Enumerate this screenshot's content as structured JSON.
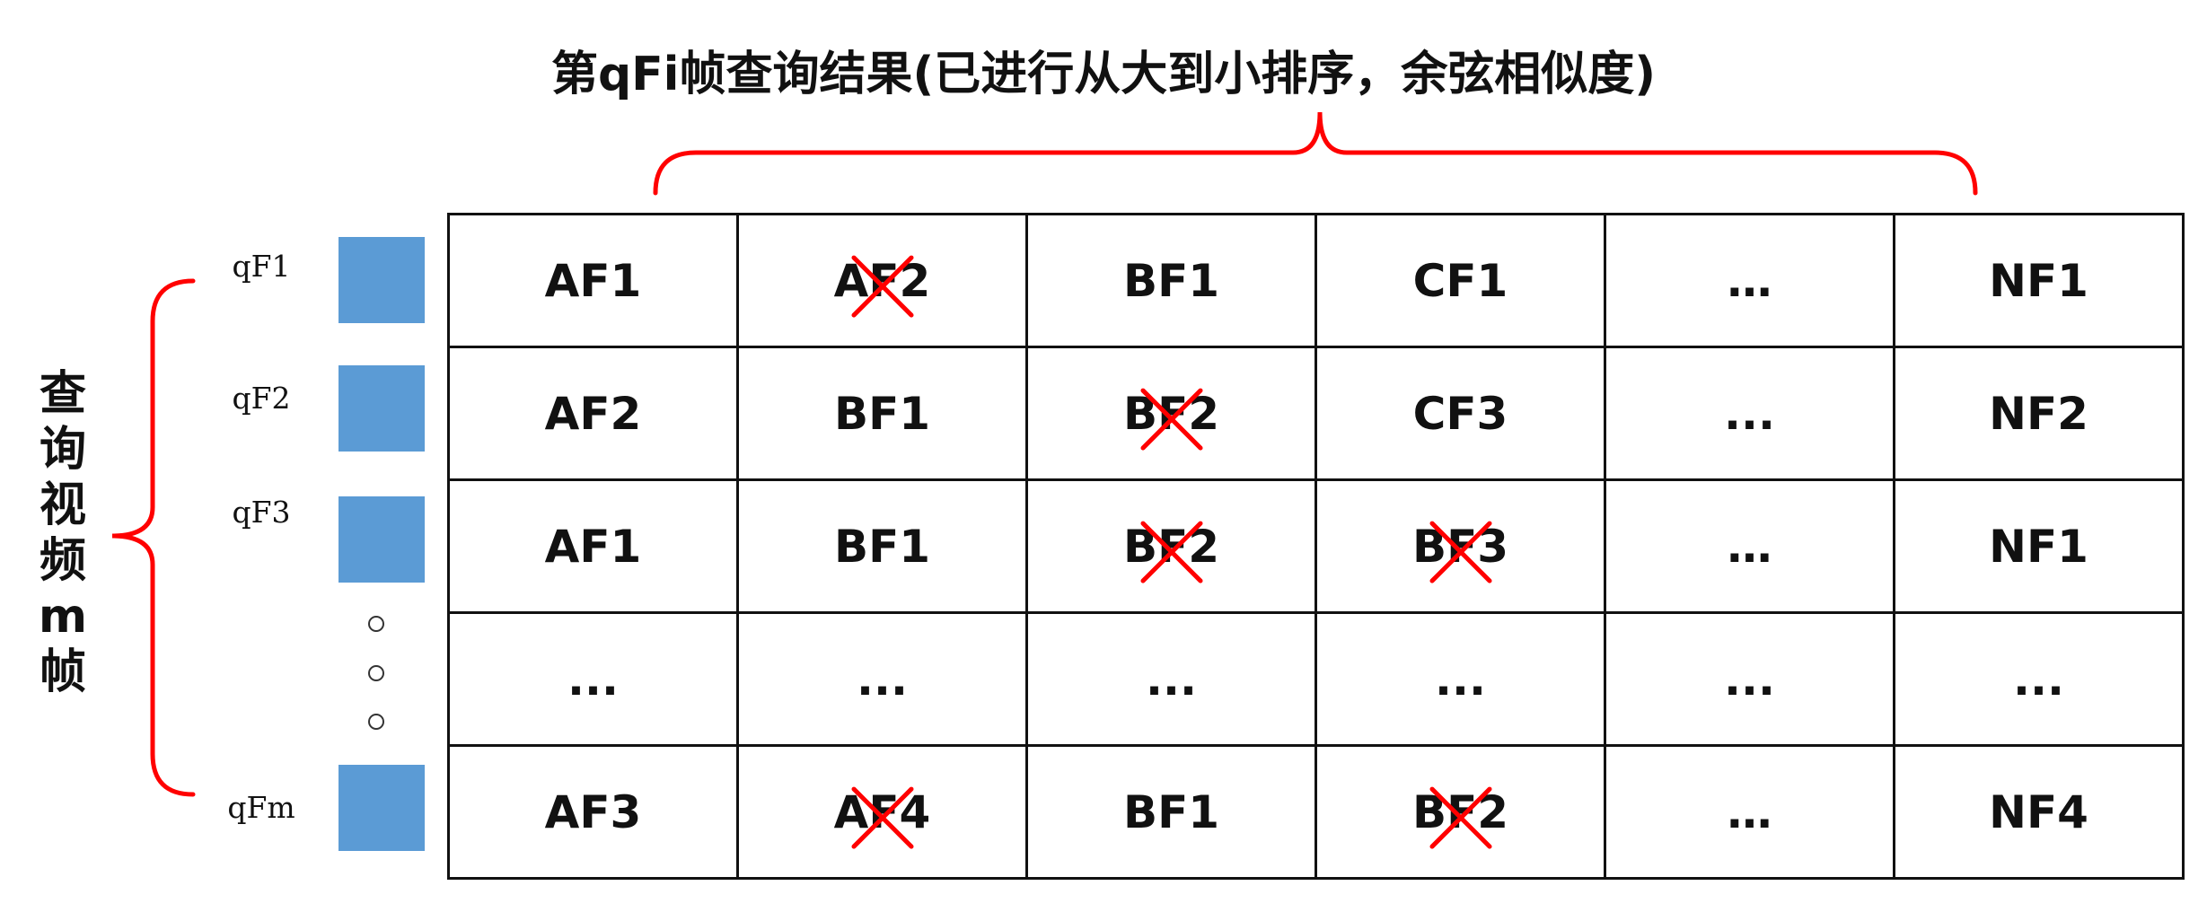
{
  "title": "第qFi帧查询结果(已进行从大到小排序，余弦相似度)",
  "side_label": [
    "查",
    "询",
    "视",
    "频",
    "m",
    "帧"
  ],
  "query_frames": [
    "qF1",
    "qF2",
    "qF3",
    "qFm"
  ],
  "colors": {
    "accent_red": "#ff0000",
    "query_box": "#5b9bd5"
  },
  "grid": {
    "rows": [
      [
        {
          "text": "AF1",
          "crossed": false
        },
        {
          "text": "AF2",
          "crossed": true
        },
        {
          "text": "BF1",
          "crossed": false
        },
        {
          "text": "CF1",
          "crossed": false
        },
        {
          "text": "…",
          "crossed": false
        },
        {
          "text": "NF1",
          "crossed": false
        }
      ],
      [
        {
          "text": "AF2",
          "crossed": false
        },
        {
          "text": "BF1",
          "crossed": false
        },
        {
          "text": "BF2",
          "crossed": true
        },
        {
          "text": "CF3",
          "crossed": false
        },
        {
          "text": "...",
          "crossed": false
        },
        {
          "text": "NF2",
          "crossed": false
        }
      ],
      [
        {
          "text": "AF1",
          "crossed": false
        },
        {
          "text": "BF1",
          "crossed": false
        },
        {
          "text": "BF2",
          "crossed": true
        },
        {
          "text": "BF3",
          "crossed": true
        },
        {
          "text": "…",
          "crossed": false
        },
        {
          "text": "NF1",
          "crossed": false
        }
      ],
      [
        {
          "text": "...",
          "crossed": false
        },
        {
          "text": "...",
          "crossed": false
        },
        {
          "text": "...",
          "crossed": false
        },
        {
          "text": "...",
          "crossed": false
        },
        {
          "text": "...",
          "crossed": false
        },
        {
          "text": "...",
          "crossed": false
        }
      ],
      [
        {
          "text": "AF3",
          "crossed": false
        },
        {
          "text": "AF4",
          "crossed": true
        },
        {
          "text": "BF1",
          "crossed": false
        },
        {
          "text": "BF2",
          "crossed": true
        },
        {
          "text": "…",
          "crossed": false
        },
        {
          "text": "NF4",
          "crossed": false
        }
      ]
    ]
  }
}
